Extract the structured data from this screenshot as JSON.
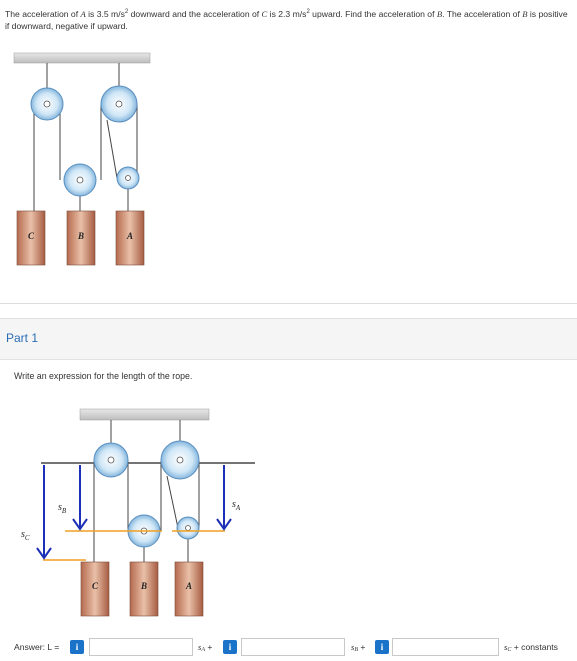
{
  "problem": {
    "p1": "The acceleration of ",
    "var_a": "A",
    "p2": " is 3.5 m/s",
    "sup1": "2",
    "p3": " downward and the acceleration of ",
    "var_c": "C",
    "p4": " is 2.3 m/s",
    "sup2": "2",
    "p5": " upward. Find the acceleration of ",
    "var_b": "B",
    "p6": ". The acceleration of ",
    "var_b2": "B",
    "p7": " is positive if downward, negative if upward."
  },
  "figure1": {
    "block_labels": [
      "C",
      "B",
      "A"
    ]
  },
  "part": {
    "title": "Part 1",
    "instruction": "Write an expression for the length of the rope."
  },
  "figure2": {
    "block_labels": [
      "C",
      "B",
      "A"
    ],
    "position_labels": {
      "sc": "s",
      "sc_sub": "C",
      "sb": "s",
      "sb_sub": "B",
      "sa": "s",
      "sa_sub": "A"
    }
  },
  "answer": {
    "label": "Answer: L =",
    "info_glyph": "i",
    "term_a": "s",
    "term_a_sub": "A",
    "term_a_op": "+",
    "term_b": "s",
    "term_b_sub": "B",
    "term_b_op": "+",
    "term_c": "s",
    "term_c_sub": "C",
    "term_c_suffix": "+ constants",
    "input1_value": "",
    "input2_value": "",
    "input3_value": ""
  },
  "colors": {
    "accent": "#2a6db5",
    "info_button": "#1a73c8",
    "arrow": "#1c2fb8",
    "datum_line": "#f0a020",
    "block": "#c47a5c"
  }
}
